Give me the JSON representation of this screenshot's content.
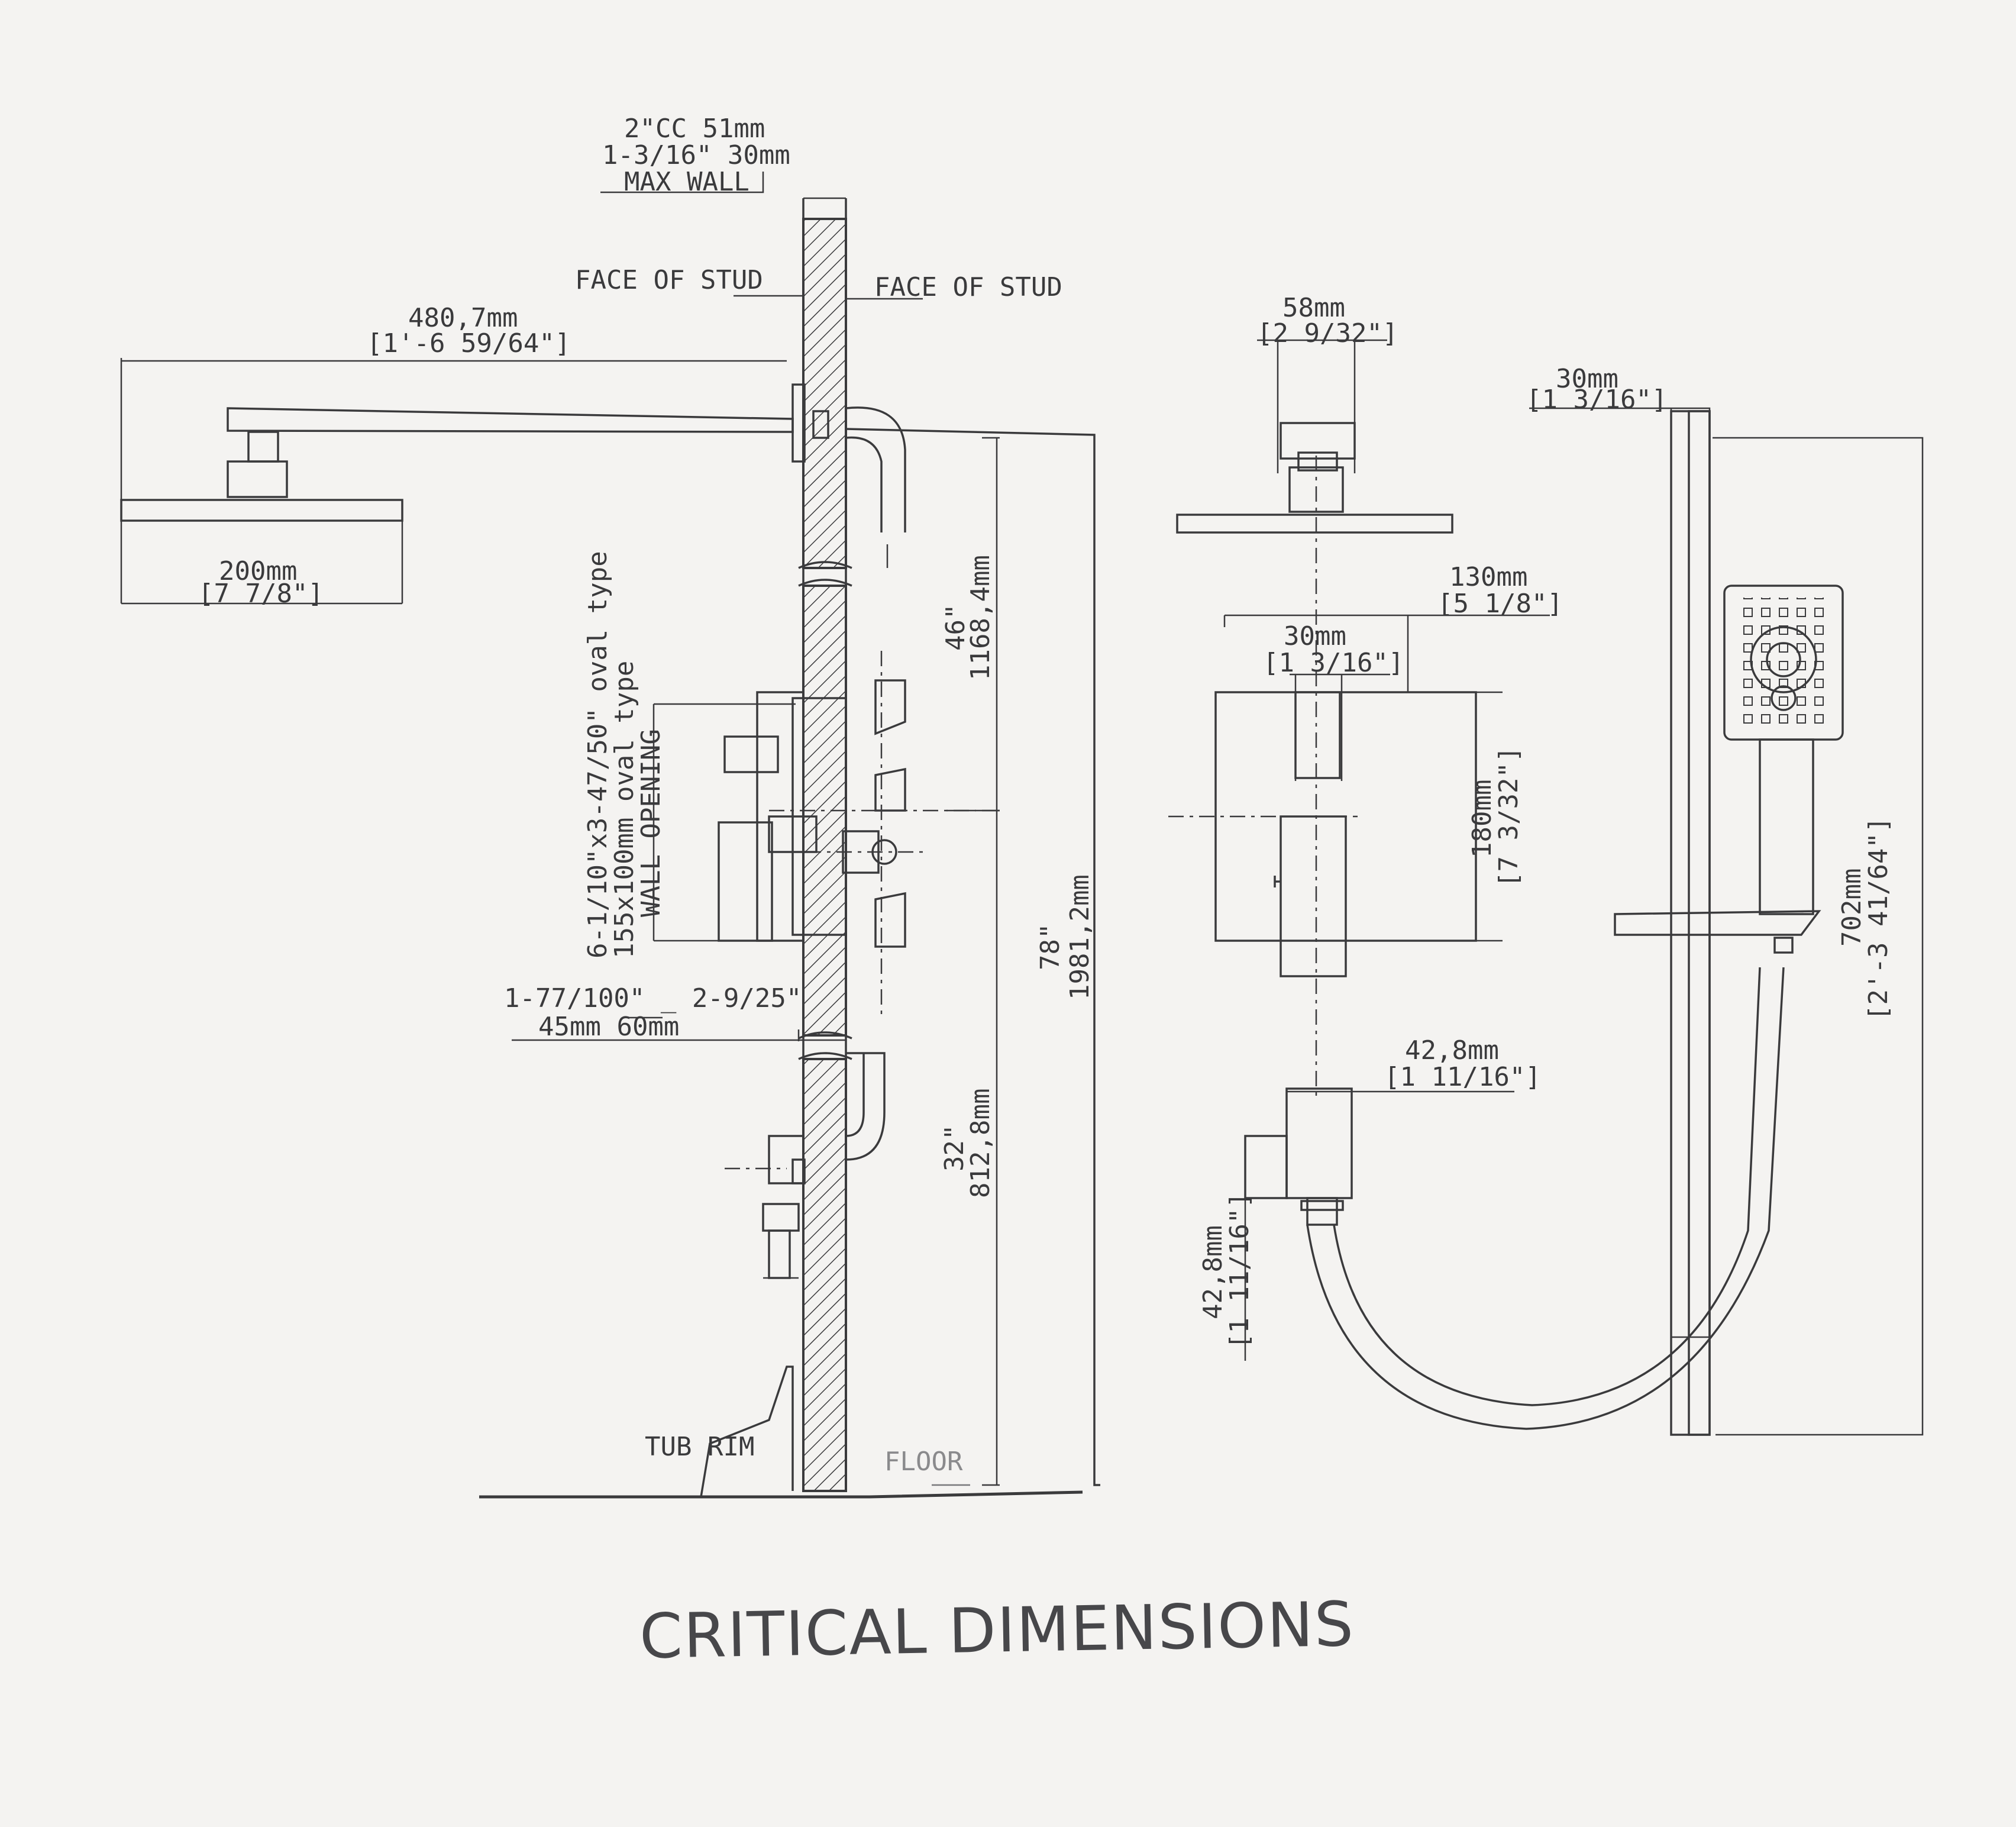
{
  "title": "CRITICAL DIMENSIONS",
  "side_view": {
    "wall_thickness": [
      "2\"CC 51mm",
      "1-3/16\" 30mm",
      "MAX WALL"
    ],
    "face_of_stud_left": "FACE OF STUD",
    "face_of_stud_right": "FACE OF STUD",
    "arm_length_mm": "480,7mm",
    "arm_length_in": "[1'-6 59/64\"]",
    "head_width_mm": "200mm",
    "head_width_in": "[7 7/8\"]",
    "wall_opening": [
      "6-1/10\"x3-47/50\" oval type",
      "155x100mm oval type",
      "WALL OPENING"
    ],
    "offset_in": "1-77/100\" _ 2-9/25\"",
    "offset_mm": "45mm        60mm",
    "dim_46": [
      "46\"",
      "1168,4mm"
    ],
    "dim_78": [
      "78\"",
      "1981,2mm"
    ],
    "dim_32": [
      "32\"",
      "812,8mm"
    ],
    "tub_rim": "TUB RIM",
    "floor": "FLOOR"
  },
  "front_view": {
    "head_width": [
      "58mm",
      "[2 9/32\"]"
    ],
    "plate_width": [
      "130mm",
      "[5 1/8\"]"
    ],
    "handle_width": [
      "30mm",
      "[1 3/16\"]"
    ],
    "plate_height": [
      "180mm",
      "[7 3/32\"]"
    ],
    "outlet_width": [
      "42,8mm",
      "[1 11/16\"]"
    ],
    "outlet_height": [
      "42,8mm",
      "[1 11/16\"]"
    ]
  },
  "slide_bar": {
    "bar_width": [
      "30mm",
      "[1 3/16\"]"
    ],
    "bar_height": [
      "702mm",
      "[2'-3 41/64\"]"
    ]
  }
}
